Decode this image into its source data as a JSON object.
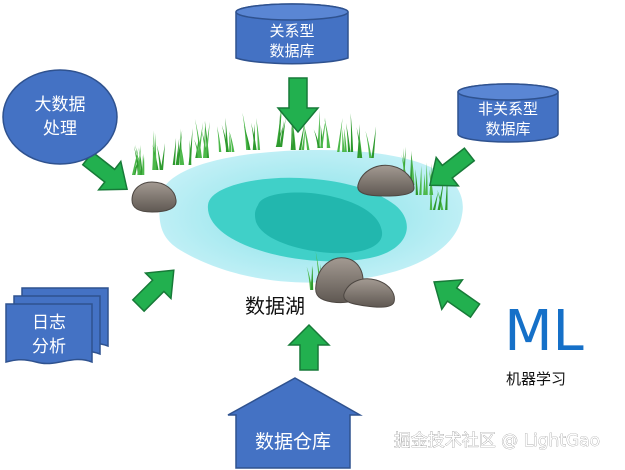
{
  "center": {
    "label": "数据湖"
  },
  "sources": {
    "relational_db": {
      "line1": "关系型",
      "line2": "数据库"
    },
    "nonrelational_db": {
      "line1": "非关系型",
      "line2": "数据库"
    },
    "big_data": {
      "line1": "大数据",
      "line2": "处理"
    },
    "log_analysis": {
      "line1": "日志",
      "line2": "分析"
    },
    "data_warehouse": {
      "label": "数据仓库"
    },
    "ml": {
      "big": "ML",
      "small": "机器学习"
    }
  },
  "watermark": "掘金技术社区 @ LightGao",
  "colors": {
    "node_fill": "#4472c4",
    "node_stroke": "#2f528f",
    "arrow_fill": "#20b050",
    "arrow_stroke": "#1a7a3a",
    "lake_outer": "#b8ecf5",
    "lake_mid": "#40d0c8",
    "lake_inner": "#20b8b0",
    "ml_text": "#1570c8",
    "grass": "#2e9a2e",
    "rock": "#7a726c"
  }
}
